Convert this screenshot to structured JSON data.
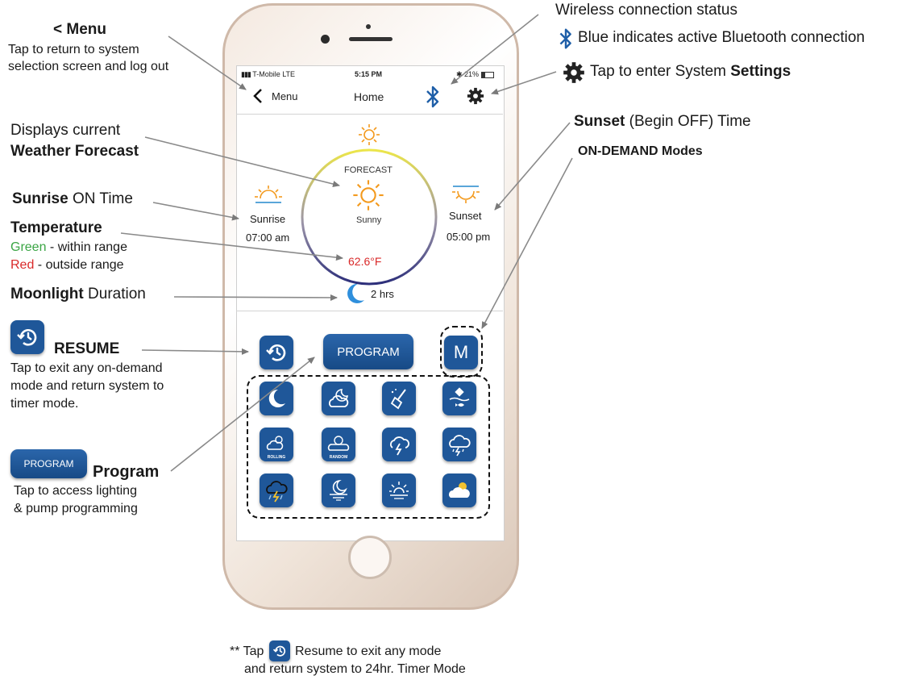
{
  "callouts": {
    "menu_title": "< Menu",
    "menu_desc_1": "Tap to return to system",
    "menu_desc_2": "selection screen and log out",
    "wireless": "Wireless connection status",
    "bluetooth": "Blue indicates active Bluetooth connection",
    "settings_pre": "Tap to enter System ",
    "settings_bold": "Settings",
    "weather_1": "Displays current",
    "weather_2": "Weather Forecast",
    "sunset_bold": "Sunset",
    "sunset_rest": " (Begin OFF) Time",
    "ondemand": "ON-DEMAND Modes",
    "sunrise_bold": "Sunrise",
    "sunrise_rest": " ON Time",
    "temp_title": "Temperature",
    "temp_green": "Green",
    "temp_green_rest": " - within range",
    "temp_red": "Red",
    "temp_red_rest": " - outside range",
    "moon_bold": "Moonlight",
    "moon_rest": " Duration",
    "resume_title": "RESUME",
    "resume_1": "Tap to exit any on-demand",
    "resume_2": "mode and return system to",
    "resume_3": "timer mode.",
    "program_btn": "PROGRAM",
    "program_title": "Program",
    "program_1": "Tap to access lighting",
    "program_2": "& pump programming",
    "footer_pre": "** Tap",
    "footer_1": "Resume to exit any mode",
    "footer_2": "and return system to 24hr. Timer Mode"
  },
  "phone": {
    "carrier": "T-Mobile  LTE",
    "time": "5:15 PM",
    "battery": "21%",
    "nav_back": "Menu",
    "nav_title": "Home",
    "forecast_label": "FORECAST",
    "forecast_condition": "Sunny",
    "sunrise_label": "Sunrise",
    "sunrise_time": "07:00 am",
    "sunset_label": "Sunset",
    "sunset_time": "05:00 pm",
    "temperature": "62.6°F",
    "moon_duration": "2 hrs",
    "program_label": "PROGRAM",
    "m_label": "M",
    "mode_labels": {
      "rolling": "ROLLING",
      "random": "RANDOM"
    }
  },
  "colors": {
    "tile_blue": "#1f5799",
    "temp_red": "#d92a2a",
    "sun_orange": "#f39a1e",
    "ring_yellow": "#e8e04a",
    "ring_navy": "#2c2e7a"
  },
  "icons": [
    "back-chevron-icon",
    "bluetooth-icon",
    "gear-icon",
    "sun-icon",
    "sunrise-icon",
    "sunset-icon",
    "moon-icon",
    "resume-icon",
    "moon-mode-icon",
    "cloudy-night-icon",
    "cleaning-icon",
    "feeding-icon",
    "rolling-clouds-icon",
    "random-clouds-icon",
    "lightning-icon",
    "storm-icon",
    "rain-storm-icon",
    "moon-sunset-icon",
    "sunrise-mode-icon",
    "sunny-cloud-icon"
  ]
}
